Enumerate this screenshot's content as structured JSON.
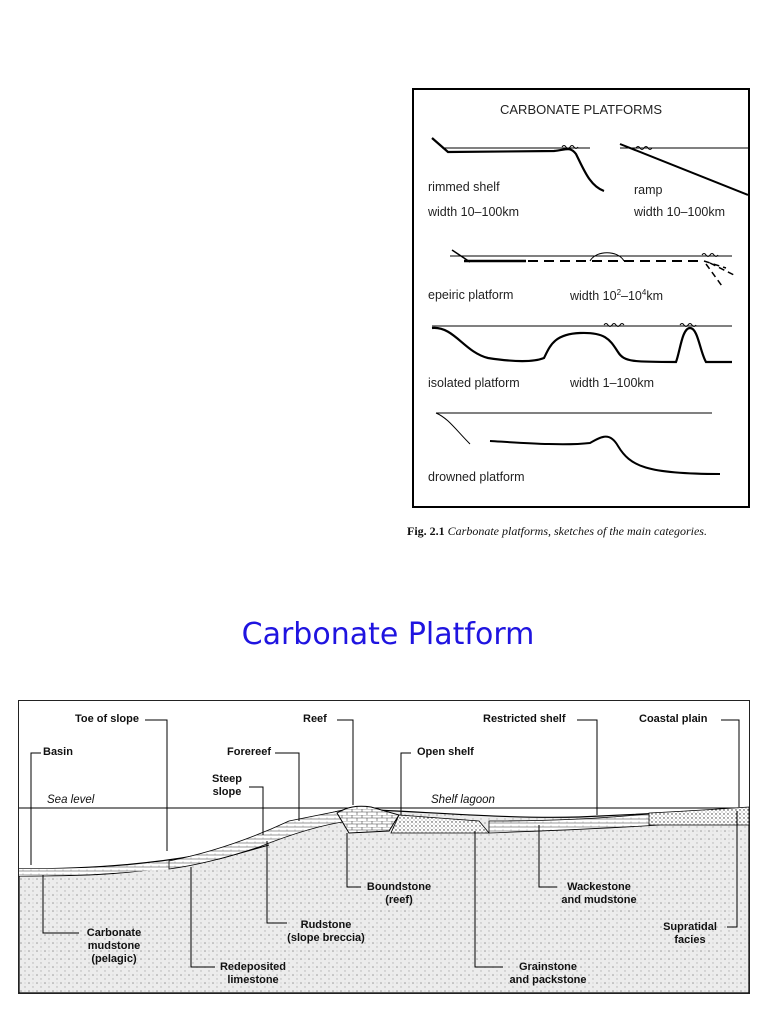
{
  "figure": {
    "header": "CARBONATE PLATFORMS",
    "rimmed_shelf": {
      "name": "rimmed shelf",
      "width": "width 10–100km"
    },
    "ramp": {
      "name": "ramp",
      "width": "width 10–100km"
    },
    "epeiric": {
      "name": "epeiric platform",
      "width_prefix": "width 10",
      "exp1": "2",
      "mid": "–10",
      "exp2": "4",
      "unit": "km"
    },
    "isolated": {
      "name": "isolated platform",
      "width": "width 1–100km"
    },
    "drowned": {
      "name": "drowned platform"
    }
  },
  "caption": {
    "fig_label": "Fig. 2.1",
    "text": "Carbonate platforms, sketches of the main categories."
  },
  "slide_title": "Carbonate Platform",
  "profile": {
    "top_labels": {
      "toe_of_slope": "Toe of slope",
      "basin": "Basin",
      "forereef": "Forereef",
      "reef": "Reef",
      "steep_slope": "Steep slope",
      "restricted_shelf": "Restricted shelf",
      "open_shelf": "Open shelf",
      "coastal_plain": "Coastal plain"
    },
    "water_labels": {
      "sea_level": "Sea level",
      "shelf_lagoon": "Shelf lagoon"
    },
    "bottom_labels": {
      "carbonate_mudstone": [
        "Carbonate",
        "mudstone",
        "(pelagic)"
      ],
      "redeposited_limestone": [
        "Redeposited",
        "limestone"
      ],
      "rudstone": [
        "Rudstone",
        "(slope breccia)"
      ],
      "boundstone": [
        "Boundstone",
        "(reef)"
      ],
      "grainstone": [
        "Grainstone",
        "and packstone"
      ],
      "wackestone": [
        "Wackestone",
        "and mudstone"
      ],
      "supratidal": [
        "Supratidal",
        "facies"
      ]
    }
  }
}
